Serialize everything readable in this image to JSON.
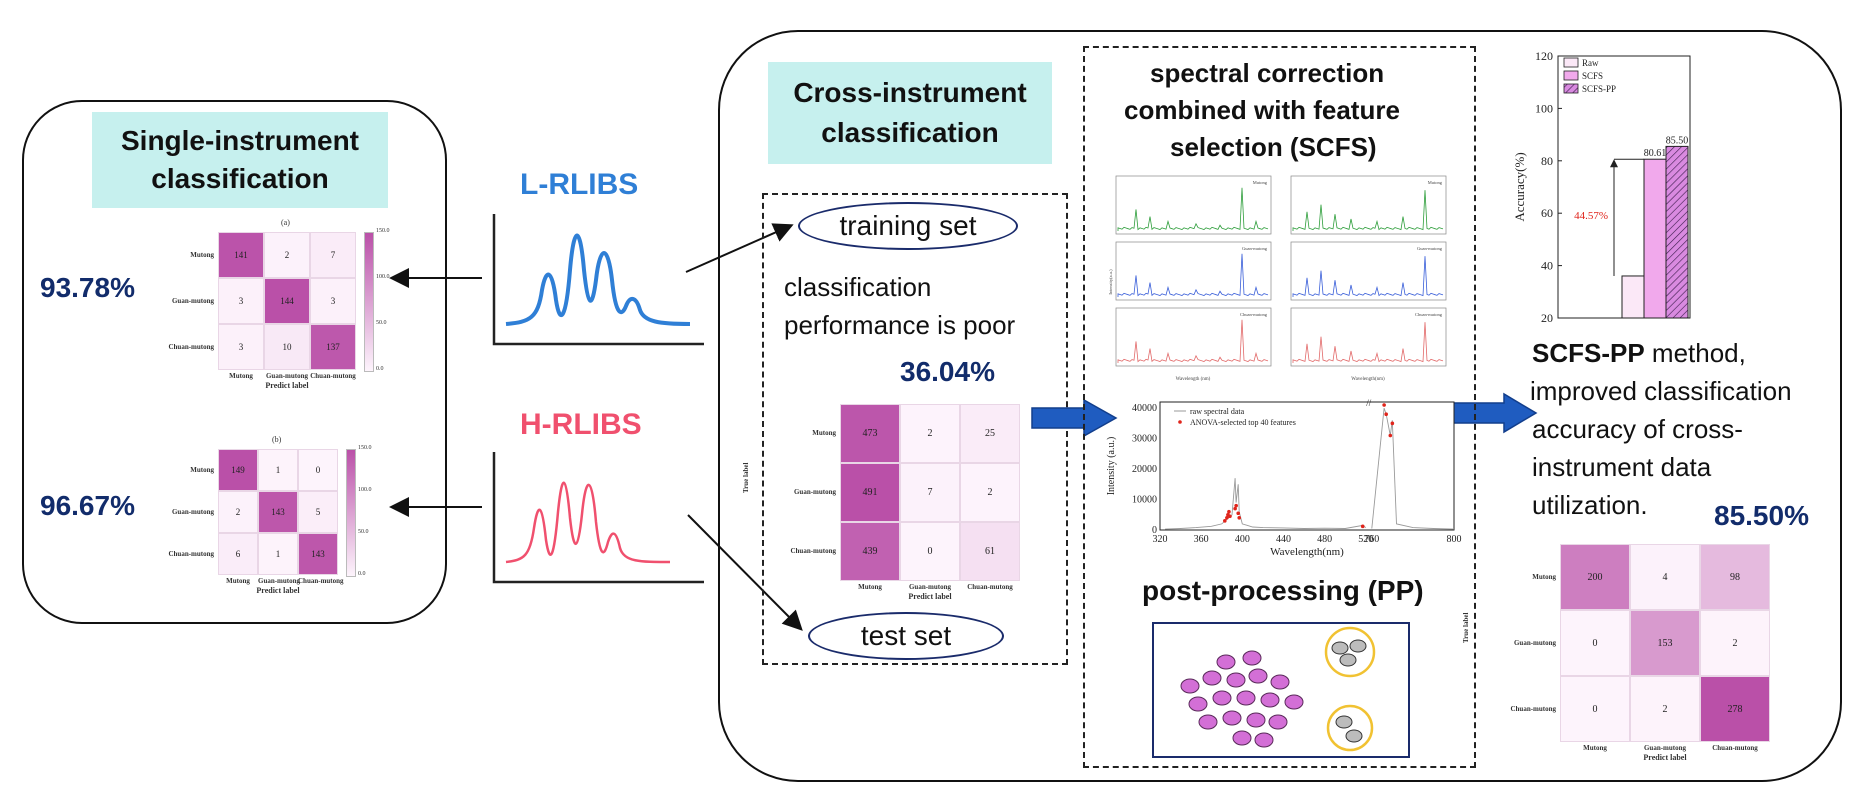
{
  "single": {
    "title": "Single-instrument classification",
    "acc_a": "93.78%",
    "acc_b": "96.67%",
    "matrix_a": {
      "caption": "(a)",
      "rows": [
        "Mutong",
        "Guan-mutong",
        "Chuan-mutong"
      ],
      "cols": [
        "Mutong",
        "Guan-mutong",
        "Chuan-mutong"
      ],
      "values": [
        [
          141,
          2,
          7
        ],
        [
          3,
          144,
          3
        ],
        [
          3,
          10,
          137
        ]
      ],
      "xlabel": "Predict label",
      "scale": [
        "150.0",
        "100.0",
        "50.0",
        "0.0"
      ]
    },
    "matrix_b": {
      "caption": "(b)",
      "rows": [
        "Mutong",
        "Guan-mutong",
        "Chuan-mutong"
      ],
      "cols": [
        "Mutong",
        "Guan-mutong",
        "Chuan-mutong"
      ],
      "values": [
        [
          149,
          1,
          0
        ],
        [
          2,
          143,
          5
        ],
        [
          6,
          1,
          143
        ]
      ],
      "xlabel": "Predict label",
      "scale": [
        "150.0",
        "100.0",
        "50.0",
        "0.0"
      ]
    }
  },
  "instruments": {
    "l_rlibs": "L-RLIBS",
    "h_rlibs": "H-RLIBS",
    "l_color": "#2f7fd6",
    "h_color": "#f0506e"
  },
  "cross": {
    "title": "Cross-instrument classification",
    "training_set": "training set",
    "test_set": "test set",
    "poor_line1": "classification",
    "poor_line2": "performance is poor",
    "acc": "36.04%",
    "matrix": {
      "rows": [
        "Mutong",
        "Guan-mutong",
        "Chuan-mutong"
      ],
      "cols": [
        "Mutong",
        "Guan-mutong",
        "Chuan-mutong"
      ],
      "values": [
        [
          473,
          2,
          25
        ],
        [
          491,
          7,
          2
        ],
        [
          439,
          0,
          61
        ]
      ],
      "xlabel": "Predict label",
      "ylabel": "True label"
    }
  },
  "scfs": {
    "title_line1": "spectral correction",
    "title_line2": "combined with feature",
    "title_line3": "selection (SCFS)",
    "pp_title": "post-processing (PP)",
    "spectra_legends": [
      "Mutong",
      "Mutong",
      "Guan-mutong",
      "Guan-mutong",
      "Chuan-mutong",
      "Chuan-mutong"
    ],
    "spectra_xlabels": [
      "Wavelength (nm)",
      "Wavelength(nm)"
    ],
    "spectra_ylabel": "Intensity(a.u.)"
  },
  "chart_data": [
    {
      "type": "line",
      "xlabel": "Wavelength(nm)",
      "ylabel": "Intensity (a.u.)",
      "xticks": [
        320,
        360,
        400,
        440,
        480,
        520,
        760,
        800
      ],
      "yticks": [
        0,
        10000,
        20000,
        30000,
        40000
      ],
      "ylim": [
        0,
        42000
      ],
      "legend": [
        "raw spectral data",
        "ANOVA-selected top 40 features"
      ],
      "legend_position": "top-left",
      "axis_break": "between 520 and 760",
      "series": [
        {
          "name": "raw spectral data",
          "x": [
            325,
            340,
            355,
            370,
            380,
            385,
            390,
            393,
            394,
            396,
            397,
            400,
            405,
            410,
            420,
            440,
            460,
            480,
            500,
            517,
            520,
            760,
            766,
            767,
            769,
            770,
            772,
            780,
            790,
            800
          ],
          "y": [
            300,
            500,
            800,
            1200,
            2000,
            3500,
            5000,
            17000,
            9000,
            15000,
            6000,
            2000,
            1500,
            1000,
            800,
            700,
            500,
            600,
            500,
            1500,
            800,
            500,
            40000,
            38000,
            31000,
            36000,
            2000,
            800,
            500,
            300
          ]
        },
        {
          "name": "ANOVA-selected top 40 features",
          "x": [
            383,
            385,
            386,
            387,
            388,
            393,
            394,
            396,
            397,
            517,
            766,
            767,
            769,
            770
          ],
          "y": [
            3000,
            4000,
            5000,
            6000,
            4500,
            7000,
            8000,
            5500,
            4000,
            1200,
            41000,
            38000,
            31000,
            35000
          ]
        }
      ]
    },
    {
      "type": "bar",
      "ylabel": "Accuracy(%)",
      "ylim": [
        20,
        120
      ],
      "yticks": [
        20,
        40,
        60,
        80,
        100,
        120
      ],
      "legend_position": "top-left",
      "series": [
        {
          "name": "Raw",
          "values": [
            36.04
          ],
          "color": "#fbe8f7"
        },
        {
          "name": "SCFS",
          "values": [
            80.61
          ],
          "color": "#f1a9ec"
        },
        {
          "name": "SCFS-PP",
          "values": [
            85.5
          ],
          "color": "#d98ae0"
        }
      ],
      "data_labels": [
        "80.61",
        "85.50"
      ],
      "annotation": "44.57%"
    }
  ],
  "result": {
    "method_bold": "SCFS-PP",
    "method_rest": " method,",
    "line2": " improved classification",
    "line3": "accuracy of cross-",
    "line4": "instrument data",
    "line5": "utilization.",
    "acc": "85.50%",
    "matrix": {
      "rows": [
        "Mutong",
        "Guan-mutong",
        "Chuan-mutong"
      ],
      "cols": [
        "Mutong",
        "Guan-mutong",
        "Chuan-mutong"
      ],
      "values": [
        [
          200,
          4,
          98
        ],
        [
          0,
          153,
          2
        ],
        [
          0,
          2,
          278
        ]
      ],
      "xlabel": "Predict label",
      "ylabel": "True label"
    }
  },
  "colors": {
    "title_bg": "#c6f0ee",
    "accuracy_text": "#122c6b",
    "arrow_blue": "#1f5cc0",
    "green_spectrum": "#2e9e3b",
    "blue_spectrum": "#3a5fd9",
    "red_spectrum": "#e26a6a",
    "circle_magenta": "#d36fd6",
    "circle_grey": "#bcbcbc",
    "circle_ring": "#f1c232"
  }
}
